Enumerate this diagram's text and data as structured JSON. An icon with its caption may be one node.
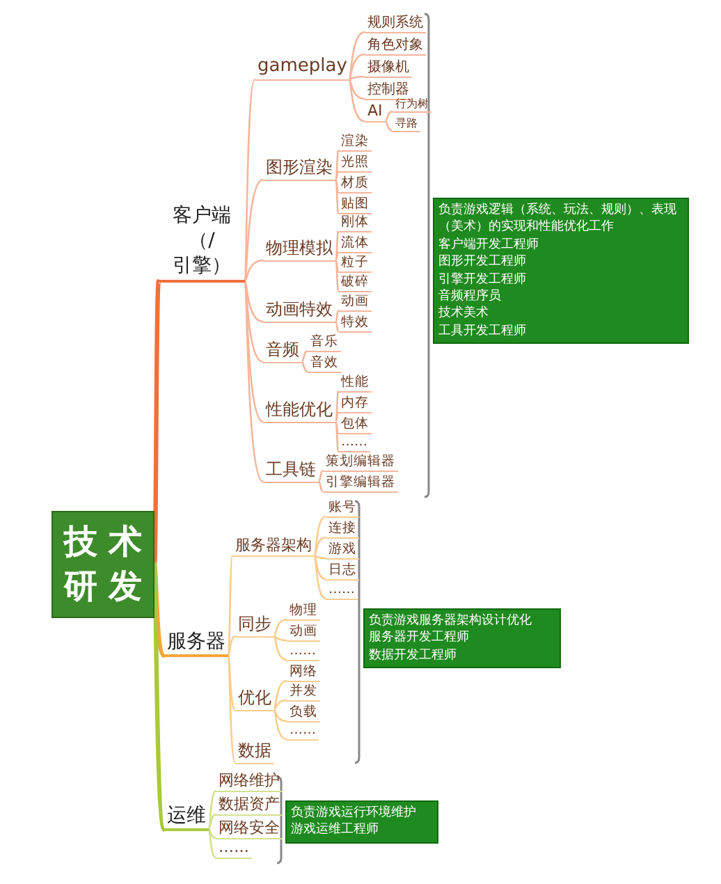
{
  "diagram": {
    "nodes": [
      {
        "text": [
          "技术研发"
        ]
      },
      {
        "text": [
          "客户端（/引擎）"
        ]
      },
      {
        "text": [
          "gameplay"
        ]
      },
      {
        "text": [
          "规则系统"
        ]
      },
      {
        "text": [
          "角色对象"
        ]
      },
      {
        "text": [
          "摄像机"
        ]
      },
      {
        "text": [
          "控制器"
        ]
      },
      {
        "text": [
          "AI"
        ]
      },
      {
        "text": [
          "行为树"
        ]
      },
      {
        "text": [
          "寻路"
        ]
      },
      {
        "text": [
          "图形渲染"
        ]
      },
      {
        "text": [
          "渲染"
        ]
      },
      {
        "text": [
          "光照"
        ]
      },
      {
        "text": [
          "材质"
        ]
      },
      {
        "text": [
          "贴图"
        ]
      },
      {
        "text": [
          "物理模拟"
        ]
      },
      {
        "text": [
          "刚体"
        ]
      },
      {
        "text": [
          "流体"
        ]
      },
      {
        "text": [
          "粒子"
        ]
      },
      {
        "text": [
          "破碎"
        ]
      },
      {
        "text": [
          "动画特效"
        ]
      },
      {
        "text": [
          "动画"
        ]
      },
      {
        "text": [
          "特效"
        ]
      },
      {
        "text": [
          "音频"
        ]
      },
      {
        "text": [
          "音乐"
        ]
      },
      {
        "text": [
          "音效"
        ]
      },
      {
        "text": [
          "性能优化"
        ]
      },
      {
        "text": [
          "性能"
        ]
      },
      {
        "text": [
          "内存"
        ]
      },
      {
        "text": [
          "包体"
        ]
      },
      {
        "text": [
          "……"
        ]
      },
      {
        "text": [
          "工具链"
        ]
      },
      {
        "text": [
          "策划编辑器"
        ]
      },
      {
        "text": [
          "引擎编辑器"
        ]
      },
      {
        "text": [
          "负责游戏逻辑（系统、玩法、规则）、表现（美术）的实现和性能优化工作",
          "客户端开发工程师",
          "图形开发工程师",
          "引擎开发工程师",
          "音频程序员",
          "技术美术",
          "工具开发工程师"
        ]
      },
      {
        "text": [
          "服务器"
        ]
      },
      {
        "text": [
          "服务器架构"
        ]
      },
      {
        "text": [
          "账号"
        ]
      },
      {
        "text": [
          "连接"
        ]
      },
      {
        "text": [
          "游戏"
        ]
      },
      {
        "text": [
          "日志"
        ]
      },
      {
        "text": [
          "……"
        ]
      },
      {
        "text": [
          "同步"
        ]
      },
      {
        "text": [
          "物理"
        ]
      },
      {
        "text": [
          "动画"
        ]
      },
      {
        "text": [
          "……"
        ]
      },
      {
        "text": [
          "优化"
        ]
      },
      {
        "text": [
          "网络"
        ]
      },
      {
        "text": [
          "并发"
        ]
      },
      {
        "text": [
          "负载"
        ]
      },
      {
        "text": [
          "……"
        ]
      },
      {
        "text": [
          "数据"
        ]
      },
      {
        "text": [
          "负责游戏服务器架构设计优化",
          "服务器开发工程师",
          "数据开发工程师"
        ]
      },
      {
        "text": [
          "运维"
        ]
      },
      {
        "text": [
          "网络维护"
        ]
      },
      {
        "text": [
          "数据资产"
        ]
      },
      {
        "text": [
          "网络安全"
        ]
      },
      {
        "text": [
          "……"
        ]
      },
      {
        "text": [
          "负责游戏运行环境维护",
          "游戏运维工程师"
        ]
      }
    ],
    "edges": [
      {
        "from": 0,
        "to": 1,
        "arrow": "none",
        "style": "thick",
        "color": "#f0703c"
      },
      {
        "from": 1,
        "to": 2,
        "arrow": "none"
      },
      {
        "from": 2,
        "to": 3,
        "arrow": "none"
      },
      {
        "from": 2,
        "to": 4,
        "arrow": "none"
      },
      {
        "from": 2,
        "to": 5,
        "arrow": "none"
      },
      {
        "from": 2,
        "to": 6,
        "arrow": "none"
      },
      {
        "from": 2,
        "to": 7,
        "arrow": "none"
      },
      {
        "from": 7,
        "to": 8,
        "arrow": "none"
      },
      {
        "from": 7,
        "to": 9,
        "arrow": "none"
      },
      {
        "from": 1,
        "to": 10,
        "arrow": "none"
      },
      {
        "from": 10,
        "to": 11,
        "arrow": "none"
      },
      {
        "from": 10,
        "to": 12,
        "arrow": "none"
      },
      {
        "from": 10,
        "to": 13,
        "arrow": "none"
      },
      {
        "from": 10,
        "to": 14,
        "arrow": "none"
      },
      {
        "from": 1,
        "to": 15,
        "arrow": "none"
      },
      {
        "from": 15,
        "to": 16,
        "arrow": "none"
      },
      {
        "from": 15,
        "to": 17,
        "arrow": "none"
      },
      {
        "from": 15,
        "to": 18,
        "arrow": "none"
      },
      {
        "from": 15,
        "to": 19,
        "arrow": "none"
      },
      {
        "from": 1,
        "to": 20,
        "arrow": "none"
      },
      {
        "from": 20,
        "to": 21,
        "arrow": "none"
      },
      {
        "from": 20,
        "to": 22,
        "arrow": "none"
      },
      {
        "from": 1,
        "to": 23,
        "arrow": "none"
      },
      {
        "from": 23,
        "to": 24,
        "arrow": "none"
      },
      {
        "from": 23,
        "to": 25,
        "arrow": "none"
      },
      {
        "from": 1,
        "to": 26,
        "arrow": "none"
      },
      {
        "from": 26,
        "to": 27,
        "arrow": "none"
      },
      {
        "from": 26,
        "to": 28,
        "arrow": "none"
      },
      {
        "from": 26,
        "to": 29,
        "arrow": "none"
      },
      {
        "from": 26,
        "to": 30,
        "arrow": "none"
      },
      {
        "from": 1,
        "to": 31,
        "arrow": "none"
      },
      {
        "from": 31,
        "to": 32,
        "arrow": "none"
      },
      {
        "from": 31,
        "to": 33,
        "arrow": "none"
      },
      {
        "from": 0,
        "to": 35,
        "arrow": "none",
        "style": "thick",
        "color": "#f5a53a"
      },
      {
        "from": 35,
        "to": 36,
        "arrow": "none",
        "color": "#f9cd8e"
      },
      {
        "from": 36,
        "to": 37,
        "arrow": "none",
        "color": "#f9cd8e"
      },
      {
        "from": 36,
        "to": 38,
        "arrow": "none",
        "color": "#f9cd8e"
      },
      {
        "from": 36,
        "to": 39,
        "arrow": "none",
        "color": "#f9cd8e"
      },
      {
        "from": 36,
        "to": 40,
        "arrow": "none",
        "color": "#f9cd8e"
      },
      {
        "from": 36,
        "to": 41,
        "arrow": "none",
        "color": "#f9cd8e"
      },
      {
        "from": 35,
        "to": 42,
        "arrow": "none",
        "color": "#f9cd8e"
      },
      {
        "from": 42,
        "to": 43,
        "arrow": "none",
        "color": "#f9cd8e"
      },
      {
        "from": 42,
        "to": 44,
        "arrow": "none",
        "color": "#f9cd8e"
      },
      {
        "from": 42,
        "to": 45,
        "arrow": "none",
        "color": "#f9cd8e"
      },
      {
        "from": 35,
        "to": 46,
        "arrow": "none",
        "color": "#f9cd8e"
      },
      {
        "from": 46,
        "to": 47,
        "arrow": "none",
        "color": "#f9cd8e"
      },
      {
        "from": 46,
        "to": 48,
        "arrow": "none",
        "color": "#f9cd8e"
      },
      {
        "from": 46,
        "to": 49,
        "arrow": "none",
        "color": "#f9cd8e"
      },
      {
        "from": 46,
        "to": 50,
        "arrow": "none",
        "color": "#f9cd8e"
      },
      {
        "from": 35,
        "to": 51,
        "arrow": "none",
        "color": "#f9cd8e"
      },
      {
        "from": 0,
        "to": 53,
        "arrow": "none",
        "style": "thick",
        "color": "#a9c93a"
      },
      {
        "from": 53,
        "to": 54,
        "arrow": "none",
        "color": "#d2e28e"
      },
      {
        "from": 53,
        "to": 55,
        "arrow": "none",
        "color": "#d2e28e"
      },
      {
        "from": 53,
        "to": 56,
        "arrow": "none",
        "color": "#d2e28e"
      },
      {
        "from": 53,
        "to": 57,
        "arrow": "none",
        "color": "#d2e28e"
      }
    ]
  }
}
